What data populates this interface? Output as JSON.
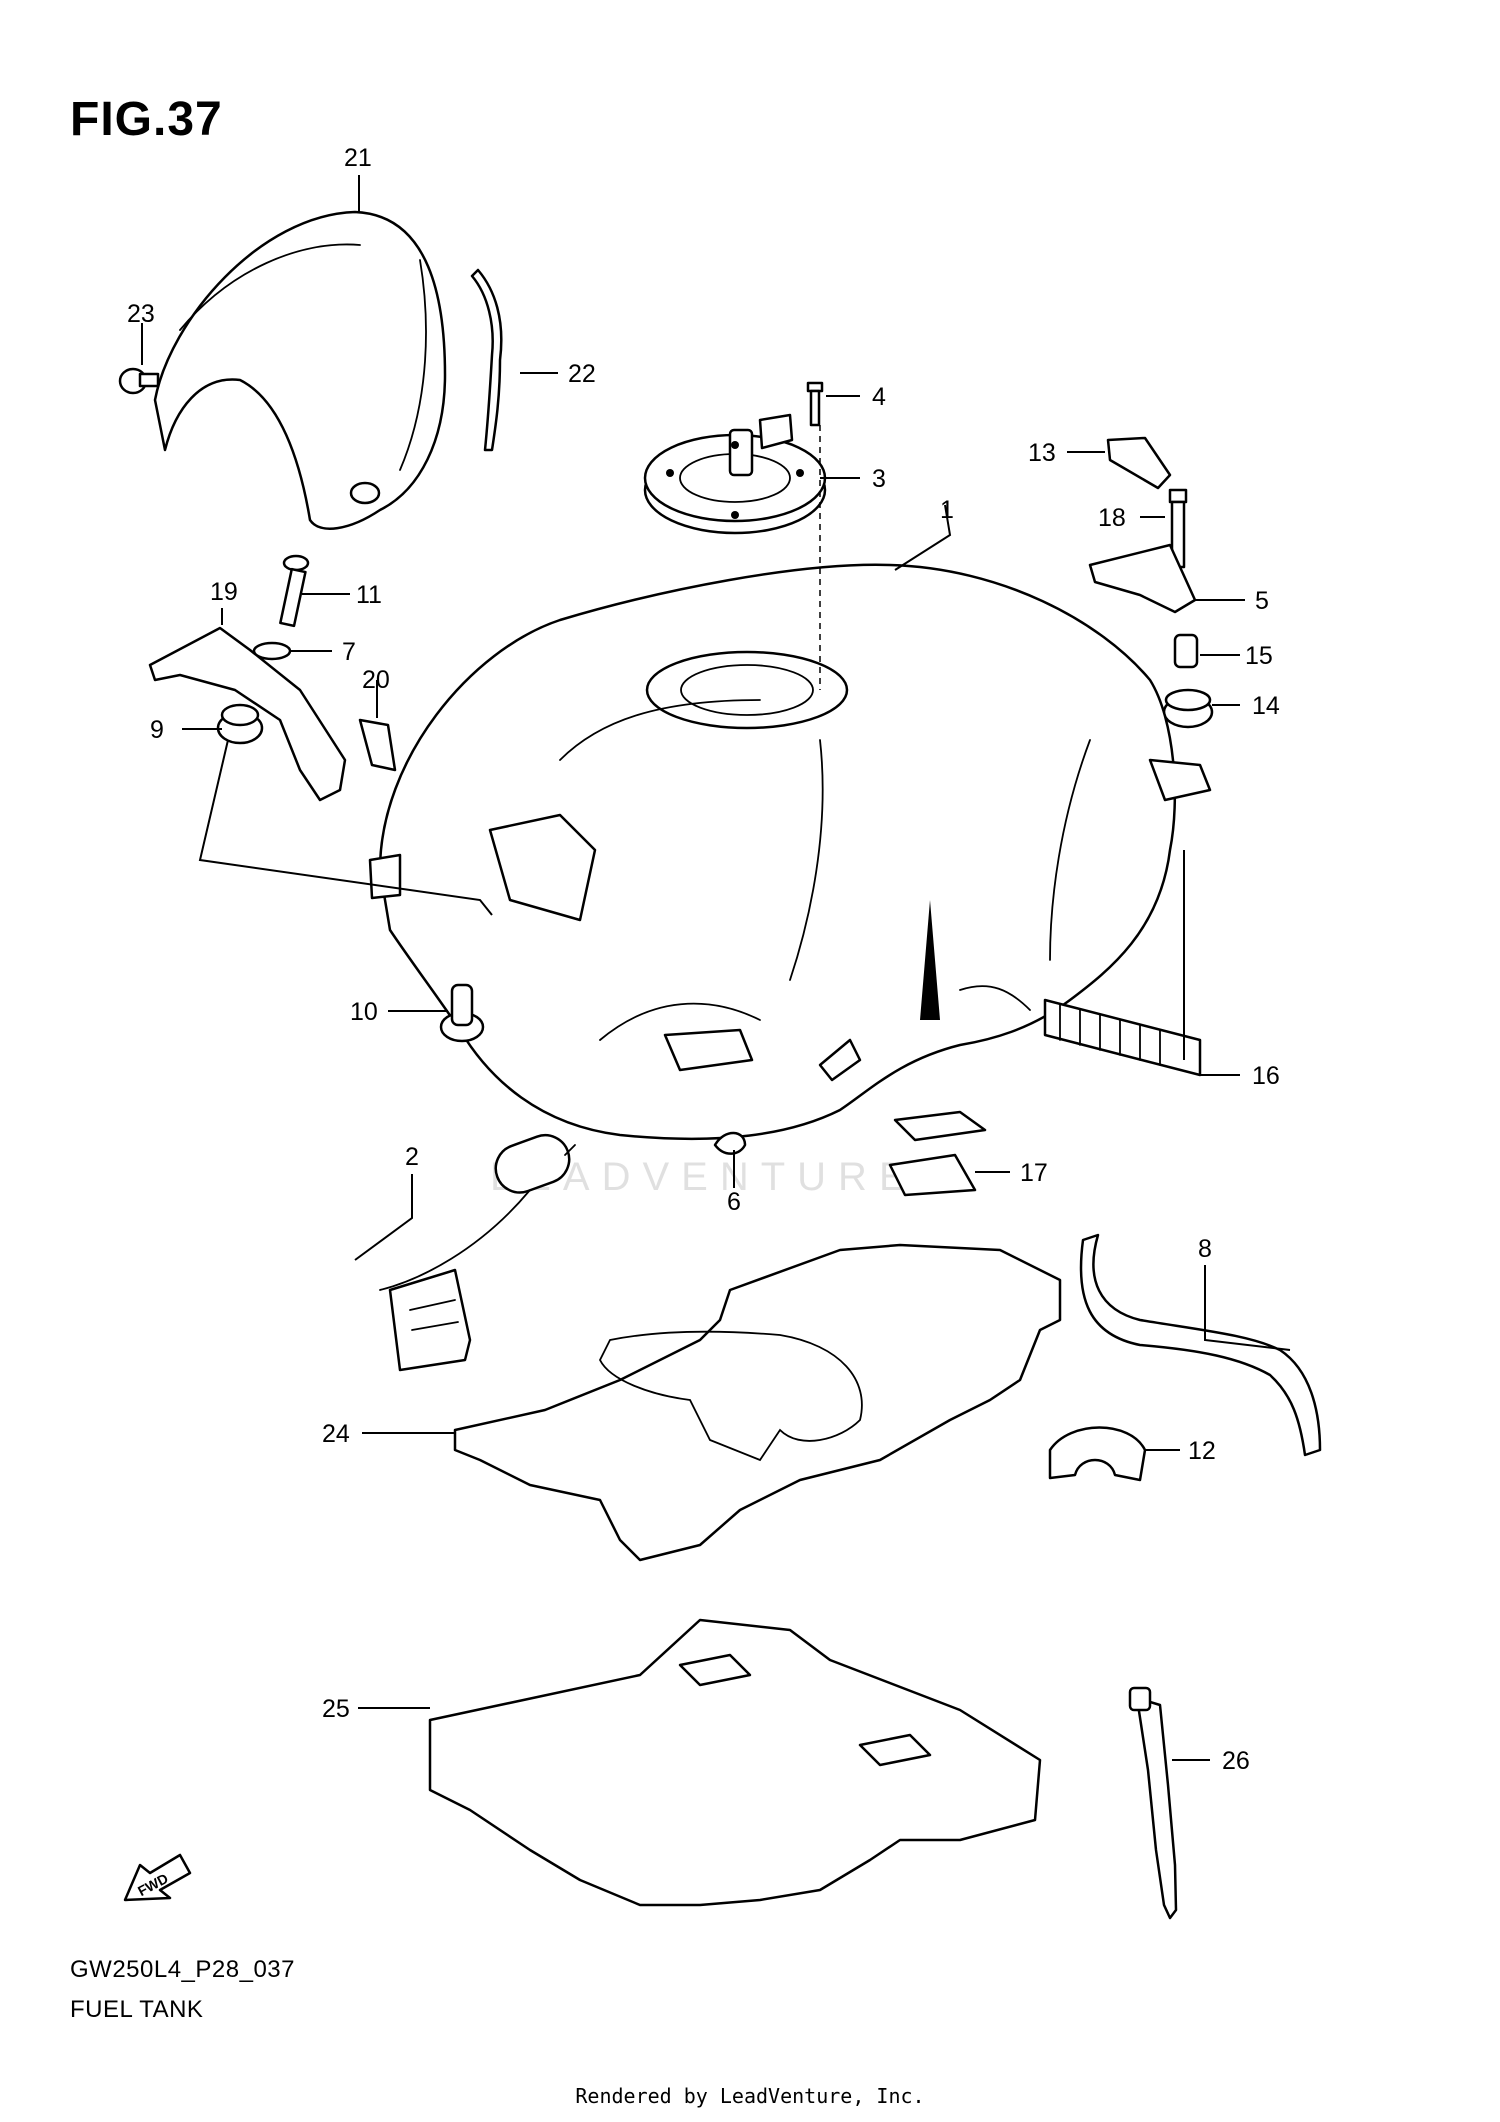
{
  "figure": {
    "title": "FIG.37"
  },
  "callouts": [
    "1",
    "2",
    "3",
    "4",
    "5",
    "6",
    "7",
    "8",
    "9",
    "10",
    "11",
    "12",
    "13",
    "14",
    "15",
    "16",
    "17",
    "18",
    "19",
    "20",
    "21",
    "22",
    "23",
    "24",
    "25",
    "26"
  ],
  "fwd_badge": "FWD",
  "watermark": "LEADVENTURE",
  "footer": {
    "code": "GW250L4_P28_037",
    "name": "FUEL TANK",
    "rendered_by": "Rendered by LeadVenture, Inc."
  }
}
